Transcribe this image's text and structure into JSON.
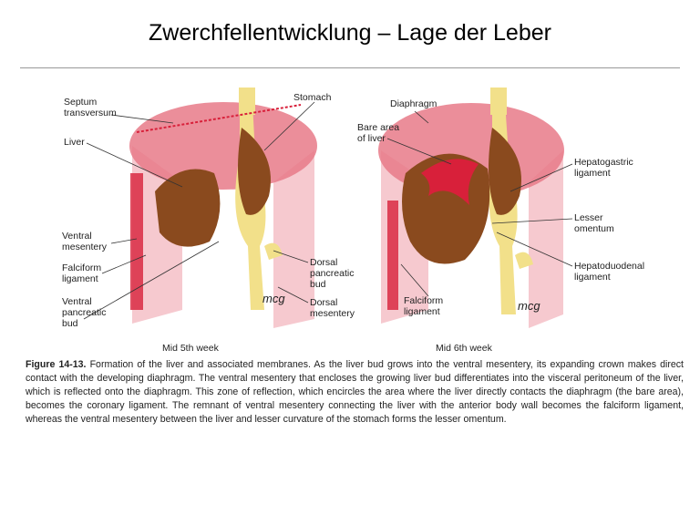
{
  "slide": {
    "title": "Zwerchfellentwicklung – Lage der Leber"
  },
  "figure": {
    "left": {
      "caption": "Mid 5th week",
      "labels": {
        "septum": "Septum\ntransversum",
        "stomach": "Stomach",
        "liver": "Liver",
        "ventral_mesentery": "Ventral\nmesentery",
        "falciform": "Falciform\nligament",
        "ventral_pancreatic": "Ventral\npancreatic\nbud",
        "dorsal_pancreatic": "Dorsal\npancreatic\nbud",
        "dorsal_mesentery": "Dorsal\nmesentery"
      },
      "signature": "mcg"
    },
    "right": {
      "caption": "Mid 6th week",
      "labels": {
        "diaphragm": "Diaphragm",
        "bare_area": "Bare area\nof liver",
        "hepatogastric": "Hepatogastric\nligament",
        "lesser_omentum": "Lesser\nomentum",
        "hepatoduodenal": "Hepatoduodenal\nligament",
        "falciform": "Falciform\nligament"
      },
      "signature": "mcg"
    },
    "caption_label": "Figure 14-13.",
    "caption_text": " Formation of the liver and associated membranes. As the liver bud grows into the ventral mesentery, its expanding crown makes direct contact with the developing diaphragm. The ventral mesentery that encloses the growing liver bud differentiates into the visceral peritoneum of the liver, which is reflected onto the diaphragm. This zone of reflection, which encircles the area where the liver directly contacts the diaphragm (the bare area), becomes the coronary ligament. The remnant of ventral mesentery connecting the liver with the anterior body wall becomes the falciform ligament, whereas the ventral mesentery between the liver and lesser curvature of the stomach forms the lesser omentum."
  },
  "colors": {
    "disc": "#e87a88",
    "wall": "#f6c9cf",
    "liver": "#8a4a1e",
    "gut": "#f2e08a",
    "red": "#d8203a"
  }
}
